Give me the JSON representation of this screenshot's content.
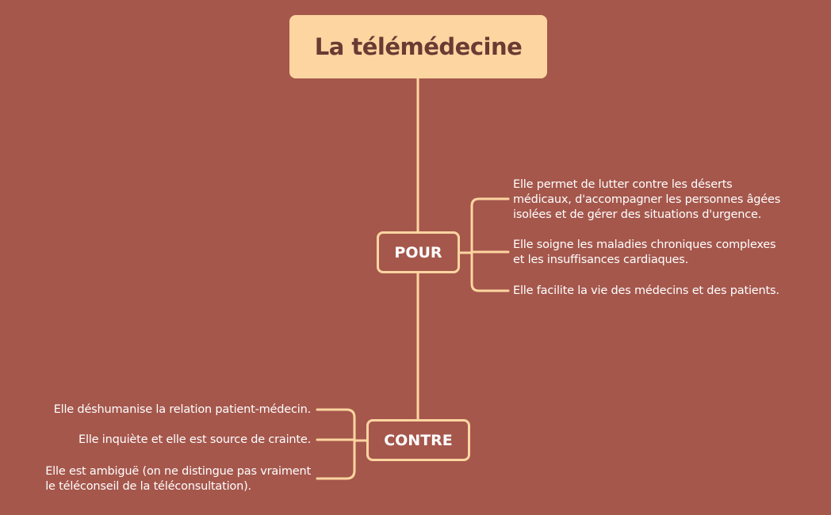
{
  "colors": {
    "background": "#a5574c",
    "accent": "#fdd5a0",
    "title_text": "#6b3a33",
    "text": "#ffffff"
  },
  "root": {
    "title": "La télémédecine"
  },
  "branches": {
    "pour": {
      "label": "POUR",
      "items": [
        "Elle permet de lutter contre les déserts\nmédicaux, d'accompagner les personnes âgées\nisolées et de gérer des situations d'urgence.",
        "Elle soigne les maladies chroniques complexes\net les insuffisances cardiaques.",
        "Elle facilite la vie des médecins et des patients."
      ]
    },
    "contre": {
      "label": "CONTRE",
      "items": [
        "Elle déshumanise la relation patient-médecin.",
        "Elle inquiète et elle est source de crainte.",
        "Elle est ambiguë (on ne distingue pas vraiment\nle téléconseil de la téléconsultation)."
      ]
    }
  }
}
